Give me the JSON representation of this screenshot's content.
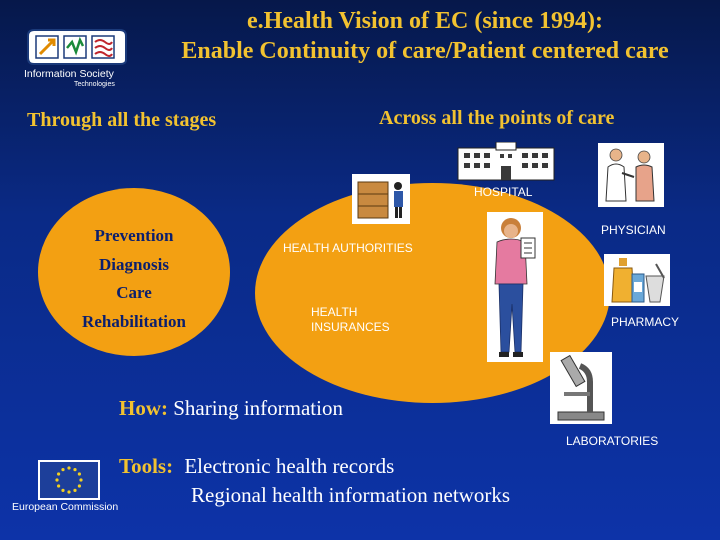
{
  "colors": {
    "background": "#0d2d99",
    "title": "#f2c230",
    "heading": "#f2c230",
    "circle": "#f3a012",
    "circle_text": "#0b1f6e",
    "body_text": "#ffffff",
    "label_text": "#ffffff"
  },
  "logo_top": {
    "line1": "Information Society",
    "line2": "Technologies"
  },
  "title": {
    "line1": "e.Health Vision of EC (since 1994):",
    "line2": "Enable Continuity of care/Patient centered care"
  },
  "headings": {
    "stages": "Through all the stages",
    "points": "Across all the points of care"
  },
  "stages": [
    "Prevention",
    "Diagnosis",
    "Care",
    "Rehabilitation"
  ],
  "points": {
    "hospital": "HOSPITAL",
    "physician": "PHYSICIAN",
    "health_authorities": "HEALTH AUTHORITIES",
    "health_insurances_1": "HEALTH",
    "health_insurances_2": "INSURANCES",
    "pharmacy": "PHARMACY",
    "laboratories": "LABORATORIES"
  },
  "how": {
    "label": "How:",
    "text": "Sharing information"
  },
  "tools": {
    "label": "Tools:",
    "line1": "Electronic health records",
    "line2": "Regional health information networks"
  },
  "logo_bottom": {
    "text": "European Commission"
  },
  "icons": {
    "top_logo": "information-society-logo",
    "hospital": "hospital-building-icon",
    "records": "records-cabinet-icon",
    "physician": "doctor-patient-icon",
    "patient": "patient-woman-icon",
    "pharmacy": "medicine-bottles-icon",
    "laboratory": "microscope-icon",
    "eu_flag": "eu-flag-icon"
  }
}
